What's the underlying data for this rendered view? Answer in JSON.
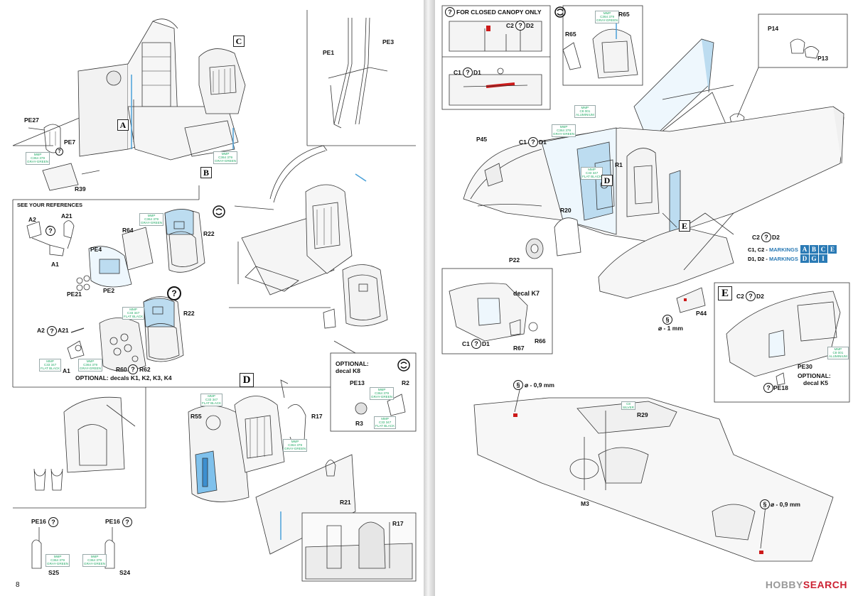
{
  "left_page": {
    "page_number": "8",
    "section_letters": {
      "a": "A",
      "b": "B",
      "c": "C",
      "d": "D"
    },
    "see_refs": "SEE YOUR REFERENCES",
    "labels": {
      "pe27": "PE27",
      "pe7": "PE7",
      "r39": "R39",
      "pe1": "PE1",
      "pe3": "PE3",
      "a2": "A2",
      "a21": "A21",
      "a1": "A1",
      "a2b": "A2",
      "a21b": "A21",
      "a1b": "A1",
      "r64": "R64",
      "r22": "R22",
      "r22b": "R22",
      "pe4": "PE4",
      "pe2": "PE2",
      "pe21": "PE21",
      "r60": "R60",
      "r62": "R62",
      "optional_decals": "OPTIONAL: decals K1, K2, K3, K4",
      "optional_k8_1": "OPTIONAL:",
      "optional_k8_2": "decal K8",
      "pe13": "PE13",
      "r2": "R2",
      "r3": "R3",
      "r55": "R55",
      "r17": "R17",
      "r21": "R21",
      "r17b": "R17",
      "pe16a": "PE16",
      "pe16b": "PE16",
      "s25": "S25",
      "s24": "S24"
    },
    "paint": {
      "gray_green": [
        "MMP",
        "C364",
        "379",
        "GRAY-GREEN"
      ],
      "flat_black": [
        "MMP",
        "C33",
        "347",
        "FLAT BLACK"
      ]
    }
  },
  "right_page": {
    "closed_canopy": "FOR CLOSED CANOPY ONLY",
    "labels": {
      "c2d2a": "C2",
      "d2a": "D2",
      "c1d1a": "C1",
      "d1a": "D1",
      "r65": "R65",
      "r65b": "R65",
      "p14": "P14",
      "p13": "P13",
      "p45": "P45",
      "c1d1b": "C1",
      "d1b": "D1",
      "r1": "R1",
      "d": "D",
      "r20": "R20",
      "e": "E",
      "p22": "P22",
      "c2d2b": "C2",
      "d2b": "D2",
      "decal_k7": "decal K7",
      "c1d1c": "C1",
      "d1c": "D1",
      "r67": "R67",
      "r66": "R66",
      "p44": "P44",
      "dia1": "⌀ - 1 mm",
      "c2d2c": "C2",
      "d2c": "D2",
      "pe30": "PE30",
      "pe18": "PE18",
      "optional_k5_1": "OPTIONAL:",
      "optional_k5_2": "decal K5",
      "dia09a": "⌀ - 0,9 mm",
      "dia09b": "⌀ - 0,9 mm",
      "r29": "R29",
      "m3": "M3"
    },
    "markings": {
      "row1_label": "C1, C2 - ",
      "row1_word": "MARKINGS",
      "row1_boxes": [
        "A",
        "B",
        "C",
        "E"
      ],
      "row2_label": "D1, D2 - ",
      "row2_word": "MARKINGS",
      "row2_boxes": [
        "D",
        "G",
        "I"
      ]
    },
    "paint": {
      "aluminium": [
        "MMP",
        "C8",
        "001",
        "ALUMINIUM"
      ],
      "silver": [
        "C8",
        "SILVER"
      ],
      "flat_black": [
        "MMP",
        "C33",
        "347",
        "FLAT BLACK"
      ],
      "gray_green": [
        "MMP",
        "C364",
        "379",
        "GRAY-GREEN"
      ]
    },
    "box_letter_e": "E"
  },
  "watermark": {
    "a": "HOBBY",
    "b": "SEARCH"
  }
}
